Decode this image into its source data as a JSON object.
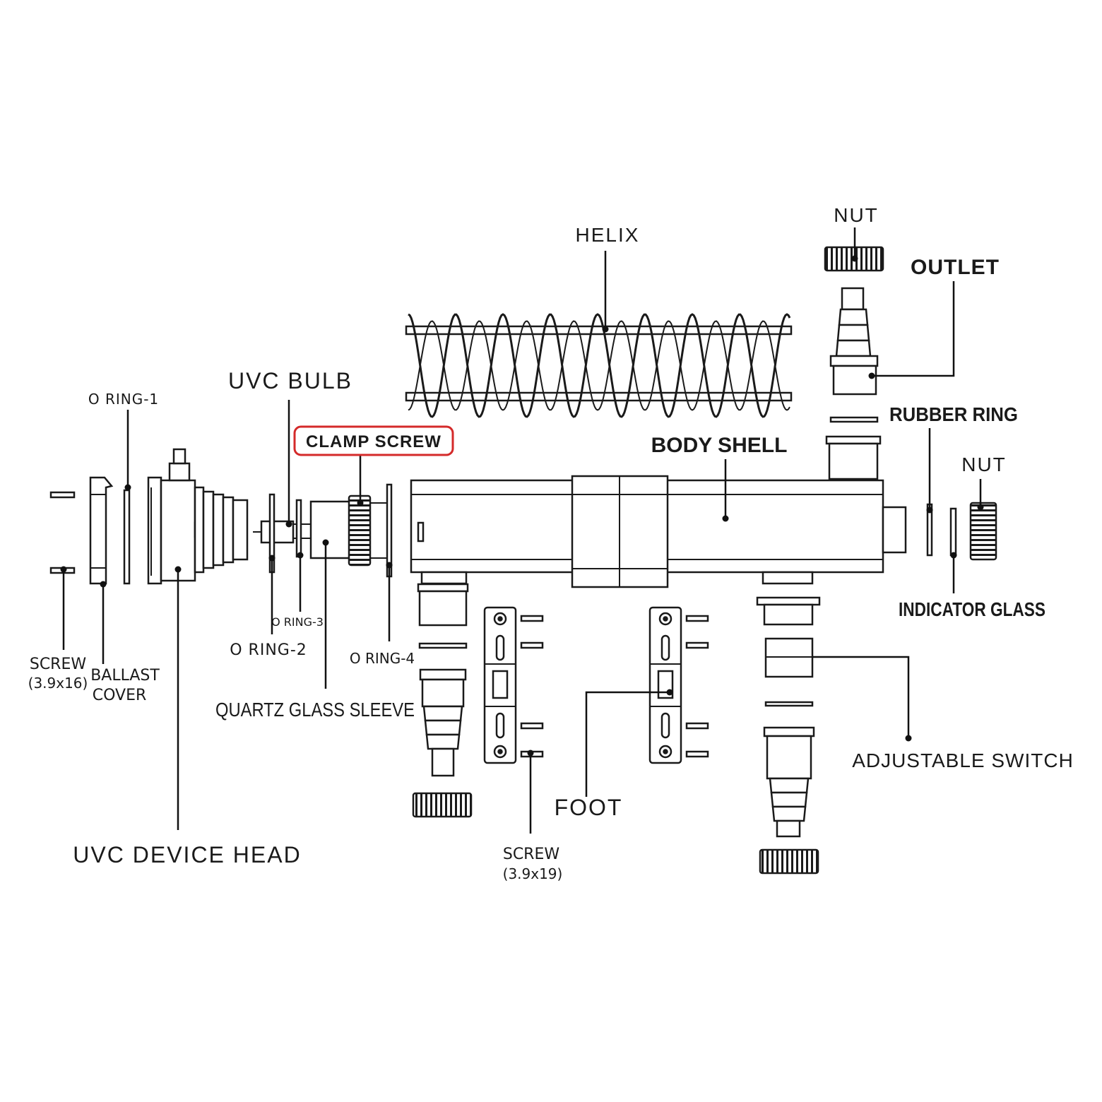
{
  "labels": {
    "helix": "HELIX",
    "nut_top": "NUT",
    "outlet": "OUTLET",
    "uvc_bulb": "UVC BULB",
    "o_ring_1": "O RING-1",
    "clamp_screw": "CLAMP SCREW",
    "body_shell": "BODY SHELL",
    "rubber_ring": "RUBBER RING",
    "nut_right": "NUT",
    "indicator_glass": "INDICATOR GLASS",
    "o_ring_3": "O RING-3",
    "o_ring_2": "O RING-2",
    "o_ring_4": "O RING-4",
    "screw_left": "SCREW",
    "screw_left_size": "(3.9x16)",
    "ballast_cover_line1": "BALLAST",
    "ballast_cover_line2": "COVER",
    "quartz_glass_sleeve": "QUARTZ GLASS SLEEVE",
    "adjustable_switch": "ADJUSTABLE SWITCH",
    "foot": "FOOT",
    "screw_bottom": "SCREW",
    "screw_bottom_size": "(3.9x19)",
    "uvc_device_head": "UVC DEVICE HEAD"
  },
  "colors": {
    "line": "#1a1a1a",
    "highlight": "#d42a2a",
    "background": "#ffffff"
  }
}
